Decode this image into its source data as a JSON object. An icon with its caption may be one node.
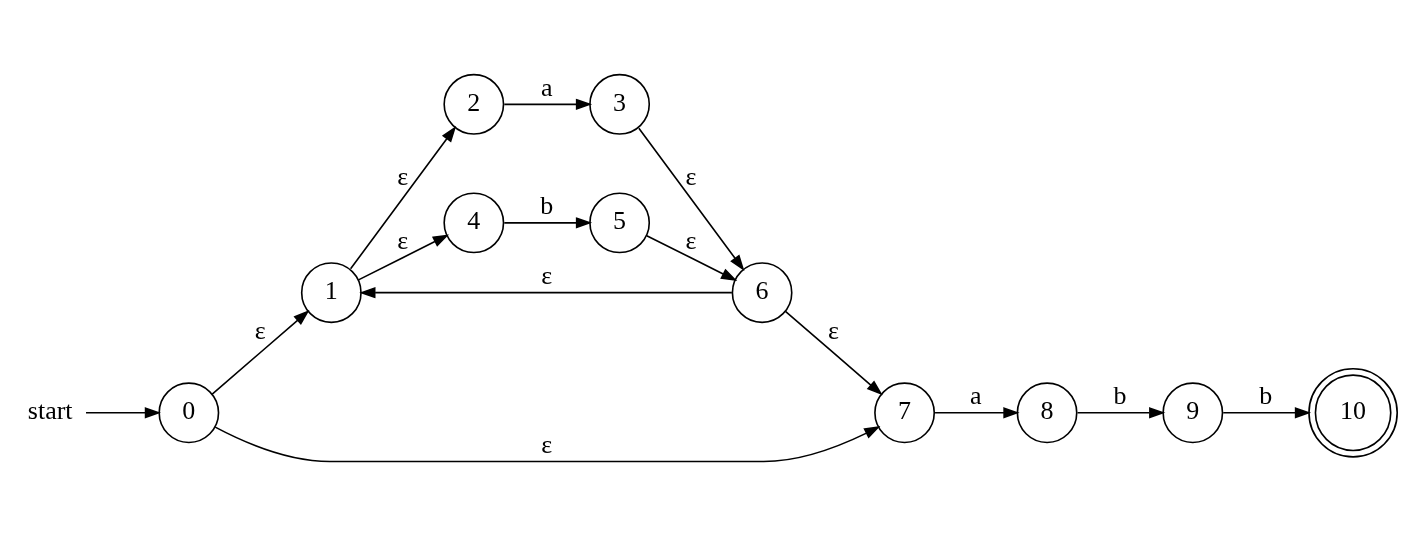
{
  "diagram": {
    "nodes": [
      {
        "text": [
          "start"
        ]
      },
      {
        "text": [
          "0"
        ]
      },
      {
        "text": [
          "1"
        ]
      },
      {
        "text": [
          "2"
        ]
      },
      {
        "text": [
          "3"
        ]
      },
      {
        "text": [
          "4"
        ]
      },
      {
        "text": [
          "5"
        ]
      },
      {
        "text": [
          "6"
        ]
      },
      {
        "text": [
          "7"
        ]
      },
      {
        "text": [
          "8"
        ]
      },
      {
        "text": [
          "9"
        ]
      },
      {
        "text": [
          "10"
        ]
      }
    ],
    "edges": [
      {
        "from": 0,
        "to": 1,
        "arrow": "to"
      },
      {
        "from": 1,
        "to": 2,
        "arrow": "to",
        "label": "ε"
      },
      {
        "from": 2,
        "to": 3,
        "arrow": "to",
        "label": "ε"
      },
      {
        "from": 2,
        "to": 5,
        "arrow": "to",
        "label": "ε"
      },
      {
        "from": 3,
        "to": 4,
        "arrow": "to",
        "label": "a"
      },
      {
        "from": 5,
        "to": 6,
        "arrow": "to",
        "label": "b"
      },
      {
        "from": 4,
        "to": 7,
        "arrow": "to",
        "label": "ε"
      },
      {
        "from": 6,
        "to": 7,
        "arrow": "to",
        "label": "ε"
      },
      {
        "from": 7,
        "to": 2,
        "arrow": "to",
        "label": "ε"
      },
      {
        "from": 7,
        "to": 8,
        "arrow": "to",
        "label": "ε"
      },
      {
        "from": 1,
        "to": 8,
        "arrow": "to",
        "label": "ε"
      },
      {
        "from": 8,
        "to": 9,
        "arrow": "to",
        "label": "a"
      },
      {
        "from": 9,
        "to": 10,
        "arrow": "to",
        "label": "b"
      },
      {
        "from": 10,
        "to": 11,
        "arrow": "to",
        "label": "b"
      }
    ]
  }
}
